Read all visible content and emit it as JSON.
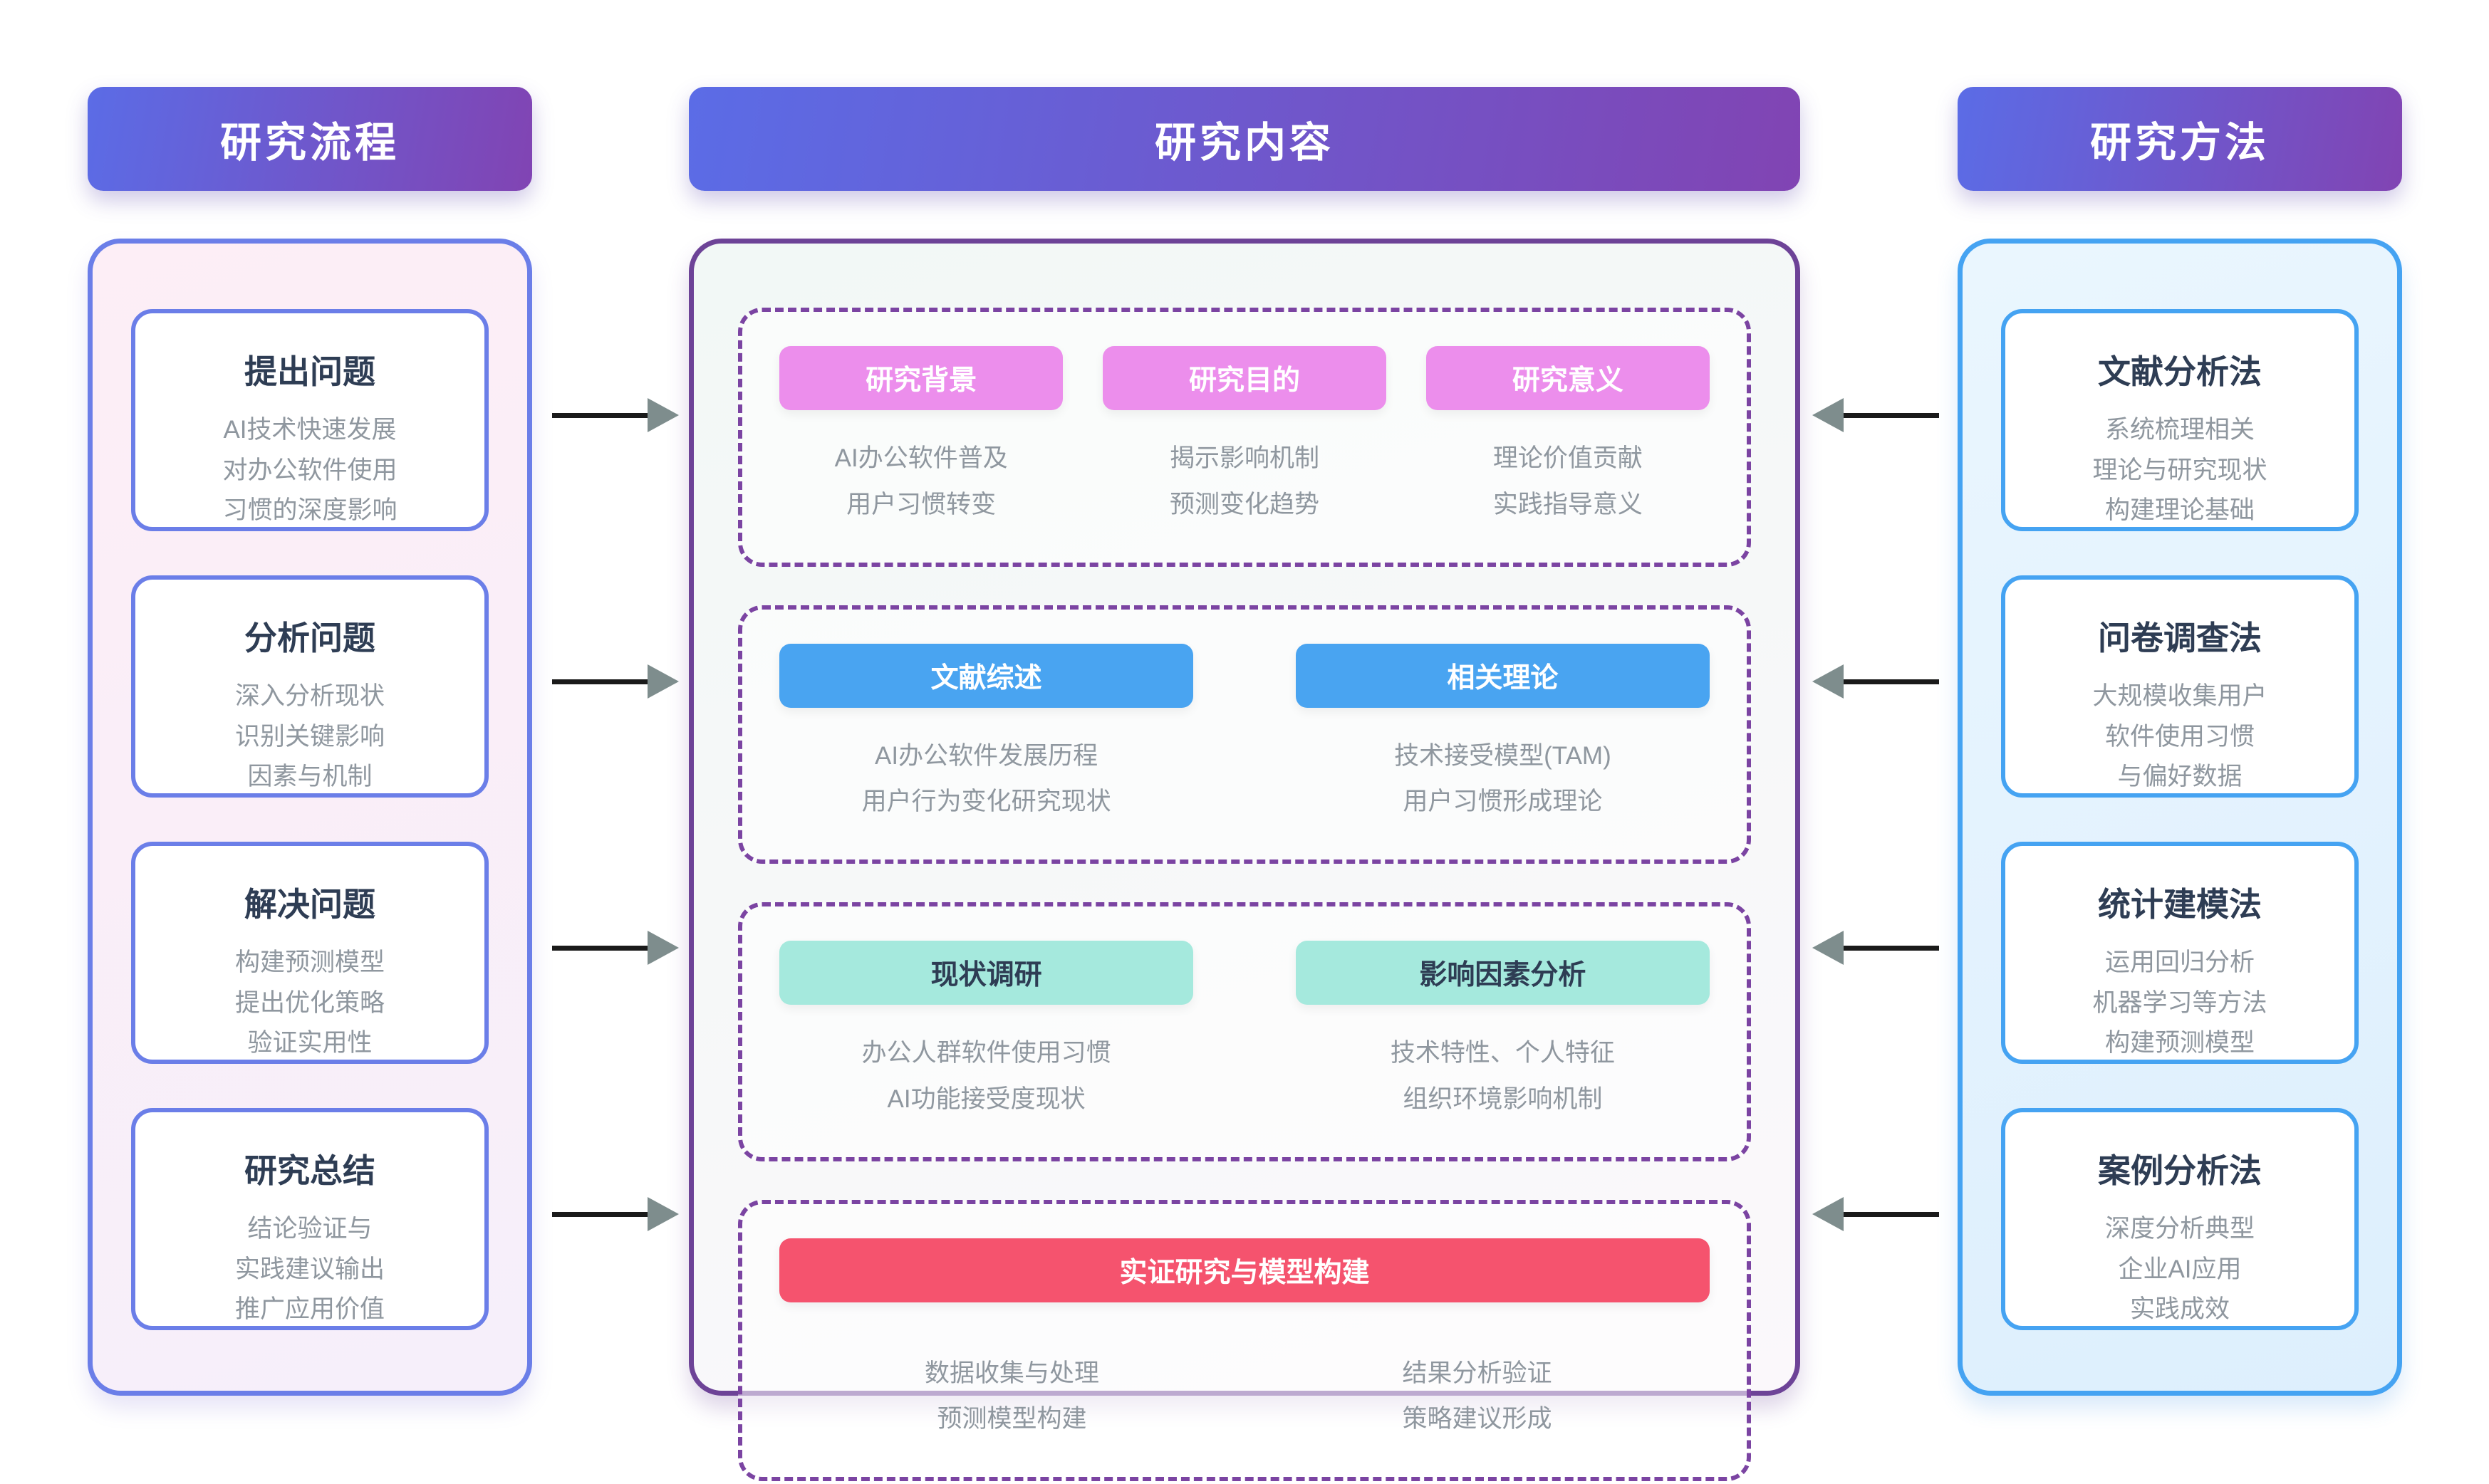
{
  "headers": {
    "process": "研究流程",
    "content": "研究内容",
    "method": "研究方法"
  },
  "process_panel": {
    "steps": [
      {
        "title": "提出问题",
        "lines": [
          "AI技术快速发展",
          "对办公软件使用",
          "习惯的深度影响"
        ]
      },
      {
        "title": "分析问题",
        "lines": [
          "深入分析现状",
          "识别关键影响",
          "因素与机制"
        ]
      },
      {
        "title": "解决问题",
        "lines": [
          "构建预测模型",
          "提出优化策略",
          "验证实用性"
        ]
      },
      {
        "title": "研究总结",
        "lines": [
          "结论验证与",
          "实践建议输出",
          "推广应用价值"
        ]
      }
    ]
  },
  "content_panel": {
    "rows": [
      {
        "style": "pink",
        "items": [
          {
            "label": "研究背景",
            "lines": [
              "AI办公软件普及",
              "用户习惯转变"
            ]
          },
          {
            "label": "研究目的",
            "lines": [
              "揭示影响机制",
              "预测变化趋势"
            ]
          },
          {
            "label": "研究意义",
            "lines": [
              "理论价值贡献",
              "实践指导意义"
            ]
          }
        ]
      },
      {
        "style": "blue",
        "items": [
          {
            "label": "文献综述",
            "lines": [
              "AI办公软件发展历程",
              "用户行为变化研究现状"
            ]
          },
          {
            "label": "相关理论",
            "lines": [
              "技术接受模型(TAM)",
              "用户习惯形成理论"
            ]
          }
        ]
      },
      {
        "style": "teal",
        "items": [
          {
            "label": "现状调研",
            "lines": [
              "办公人群软件使用习惯",
              "AI功能接受度现状"
            ]
          },
          {
            "label": "影响因素分析",
            "lines": [
              "技术特性、个人特征",
              "组织环境影响机制"
            ]
          }
        ]
      },
      {
        "style": "red",
        "banner": "实证研究与模型构建",
        "columns": [
          [
            "数据收集与处理",
            "预测模型构建"
          ],
          [
            "结果分析验证",
            "策略建议形成"
          ]
        ]
      }
    ]
  },
  "method_panel": {
    "cards": [
      {
        "title": "文献分析法",
        "lines": [
          "系统梳理相关",
          "理论与研究现状",
          "构建理论基础"
        ]
      },
      {
        "title": "问卷调查法",
        "lines": [
          "大规模收集用户",
          "软件使用习惯",
          "与偏好数据"
        ]
      },
      {
        "title": "统计建模法",
        "lines": [
          "运用回归分析",
          "机器学习等方法",
          "构建预测模型"
        ]
      },
      {
        "title": "案例分析法",
        "lines": [
          "深度分析典型",
          "企业AI应用",
          "实践成效"
        ]
      }
    ]
  },
  "colors": {
    "header_gradient_start": "#5b6ce6",
    "header_gradient_end": "#8144b3",
    "process_border": "#6b7ee8",
    "method_border": "#45a3f2",
    "content_border": "#6d4397",
    "dashed_border": "#7b44a2",
    "pink": "#ec8eec",
    "blue": "#49a4f1",
    "teal": "#a5e9dd",
    "red": "#f5536e",
    "title_text": "#2e3d54",
    "body_text": "#8f979f",
    "arrowhead": "#7e8d8d"
  }
}
